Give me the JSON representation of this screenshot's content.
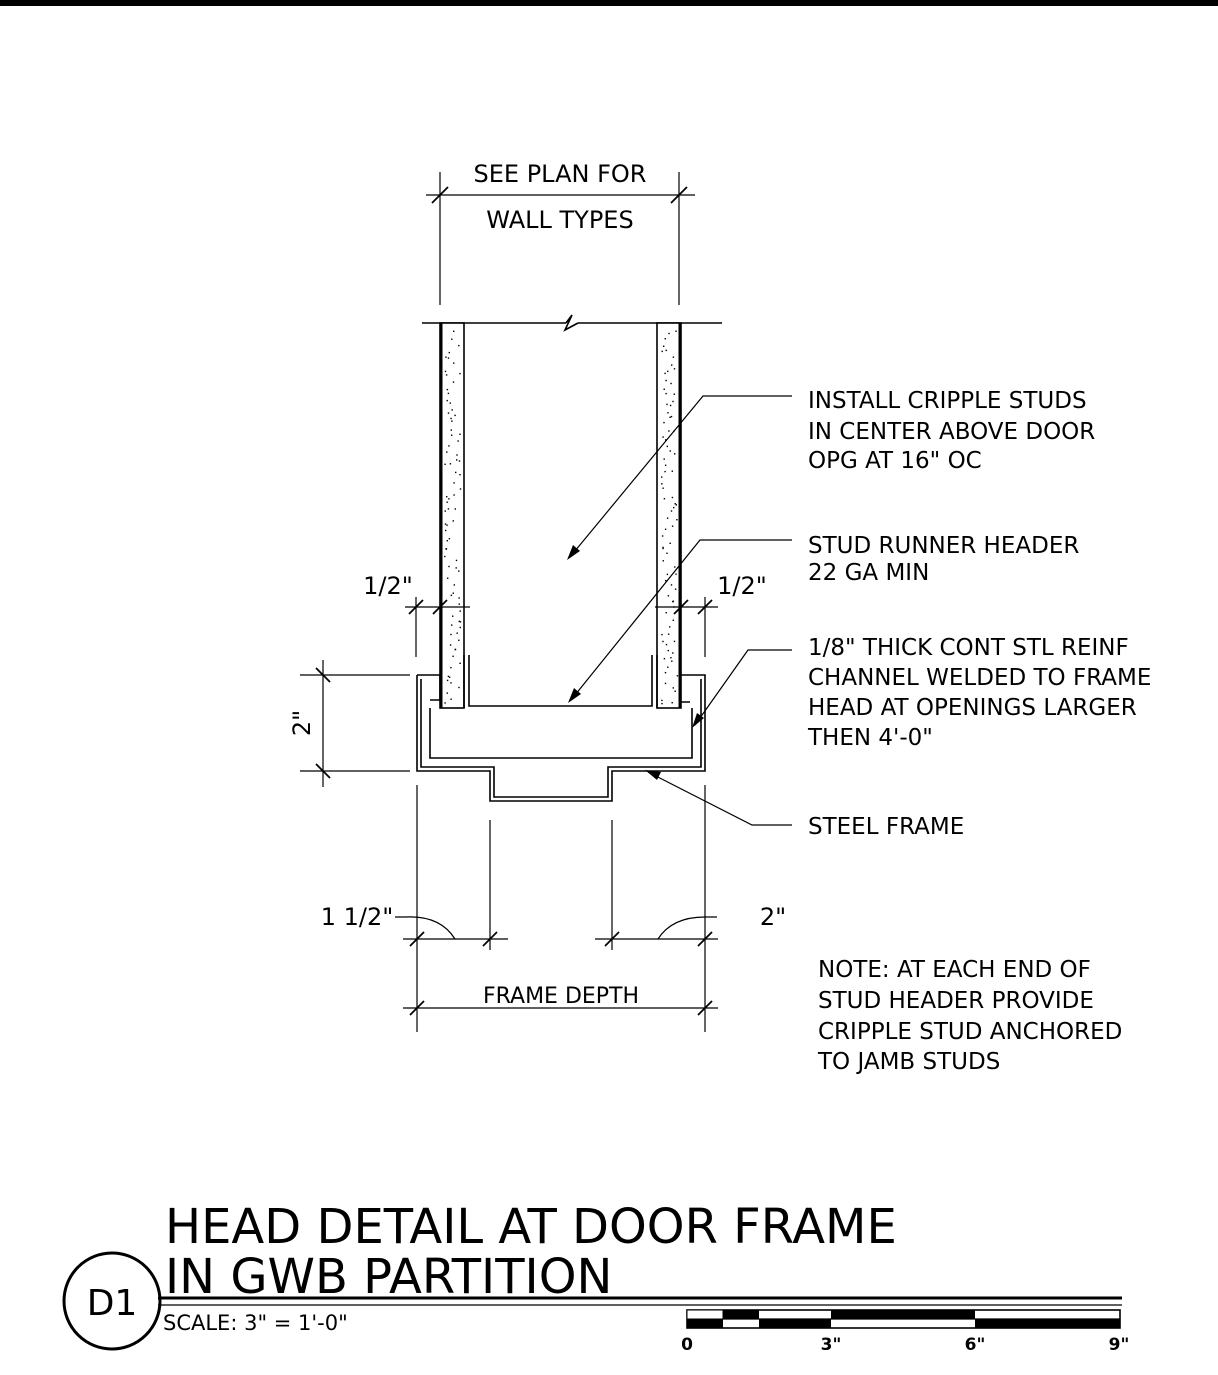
{
  "dimensions": {
    "wall_types_line1": "SEE PLAN FOR",
    "wall_types_line2": "WALL TYPES",
    "gwb_left": "1/2\"",
    "gwb_right": "1/2\"",
    "frame_height": "2\"",
    "frame_return_left": "1 1/2\"",
    "frame_return_right": "2\"",
    "frame_depth": "FRAME DEPTH"
  },
  "callouts": {
    "cripple_studs": [
      "INSTALL CRIPPLE STUDS",
      "IN CENTER ABOVE DOOR",
      "OPG AT 16\" OC"
    ],
    "stud_runner": [
      "STUD RUNNER HEADER",
      "22 GA MIN"
    ],
    "reinf_channel": [
      "1/8\" THICK CONT STL REINF",
      "CHANNEL WELDED TO FRAME",
      "HEAD AT OPENINGS LARGER",
      "THEN 4'-0\""
    ],
    "steel_frame": [
      "STEEL FRAME"
    ],
    "note": [
      "NOTE:  AT EACH END OF",
      "STUD HEADER PROVIDE",
      "CRIPPLE STUD ANCHORED",
      "TO JAMB STUDS"
    ]
  },
  "title_block": {
    "detail_id": "D1",
    "title_line1": "HEAD DETAIL AT DOOR FRAME",
    "title_line2": "IN GWB PARTITION",
    "scale": "SCALE:  3\"  =  1'-0\""
  },
  "scale_bar": {
    "labels": [
      "0",
      "3\"",
      "6\"",
      "9\""
    ]
  }
}
